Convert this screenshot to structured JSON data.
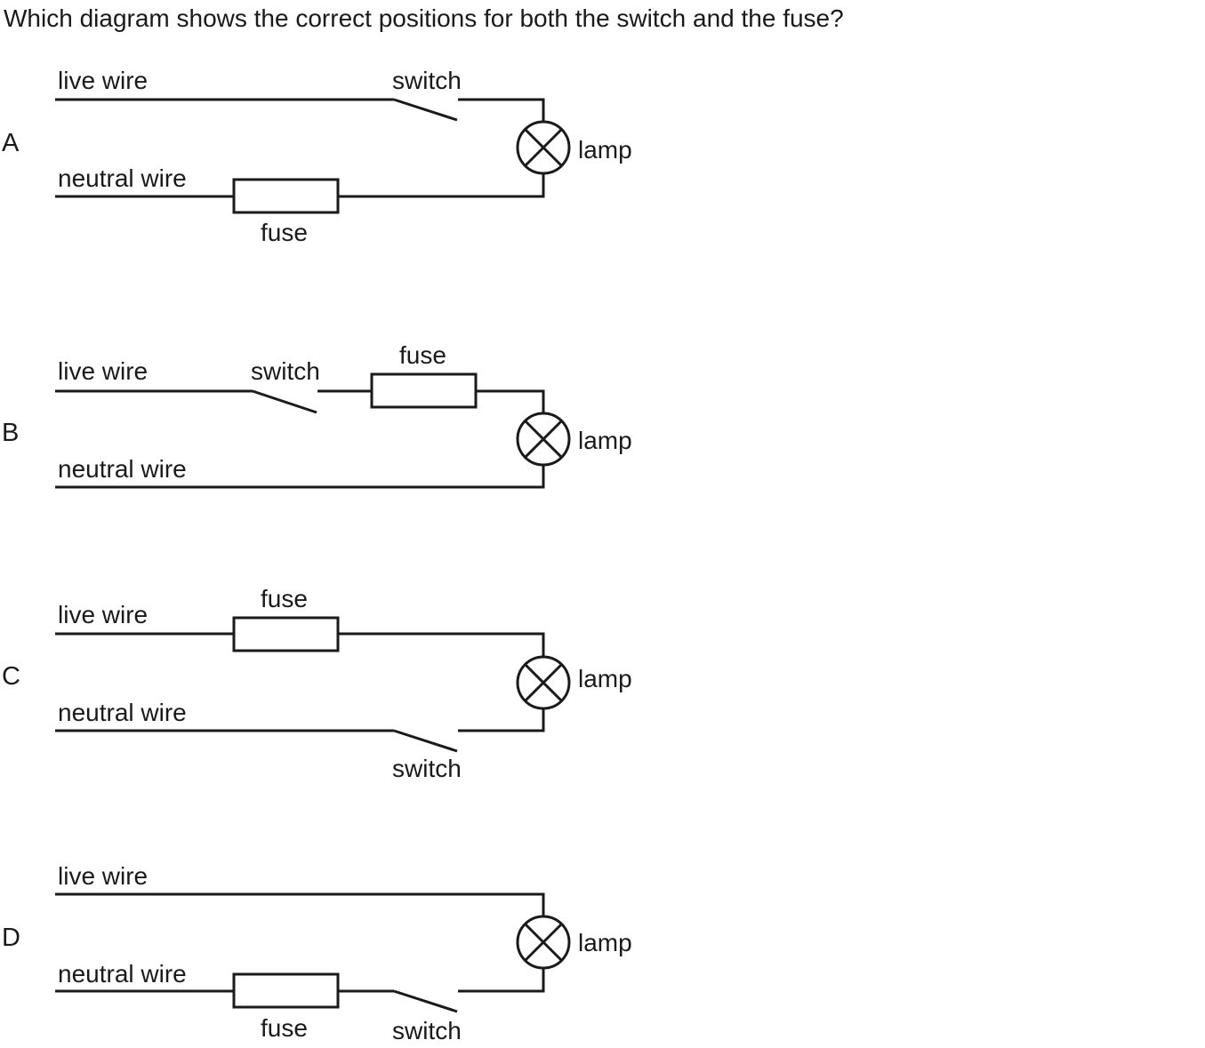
{
  "question": "Which diagram shows the correct positions for both the switch and the fuse?",
  "options": [
    {
      "letter": "A",
      "live_label": "live wire",
      "neutral_label": "neutral wire",
      "switch_label": "switch",
      "fuse_label": "fuse",
      "lamp_label": "lamp",
      "switch_on": "live",
      "fuse_on": "neutral"
    },
    {
      "letter": "B",
      "live_label": "live wire",
      "neutral_label": "neutral wire",
      "switch_label": "switch",
      "fuse_label": "fuse",
      "lamp_label": "lamp",
      "switch_on": "live",
      "fuse_on": "live"
    },
    {
      "letter": "C",
      "live_label": "live wire",
      "neutral_label": "neutral wire",
      "switch_label": "switch",
      "fuse_label": "fuse",
      "lamp_label": "lamp",
      "switch_on": "neutral",
      "fuse_on": "live"
    },
    {
      "letter": "D",
      "live_label": "live wire",
      "neutral_label": "neutral wire",
      "switch_label": "switch",
      "fuse_label": "fuse",
      "lamp_label": "lamp",
      "switch_on": "neutral",
      "fuse_on": "neutral"
    }
  ]
}
